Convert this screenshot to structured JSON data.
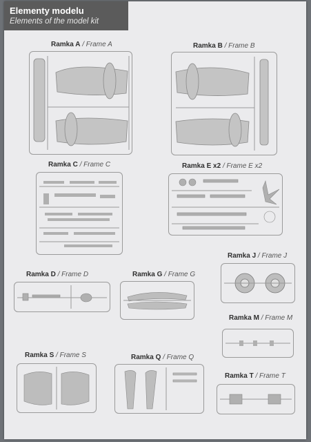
{
  "header": {
    "title": "Elementy modelu",
    "subtitle": "Elements of the model kit"
  },
  "frames": [
    {
      "id": "A",
      "label_pl": "Ramka A",
      "label_en": "/ Frame A"
    },
    {
      "id": "B",
      "label_pl": "Ramka B",
      "label_en": "/ Frame B"
    },
    {
      "id": "C",
      "label_pl": "Ramka C",
      "label_en": "/ Frame C"
    },
    {
      "id": "E",
      "label_pl": "Ramka E x2",
      "label_en": "/ Frame E x2"
    },
    {
      "id": "J",
      "label_pl": "Ramka J",
      "label_en": "/ Frame J"
    },
    {
      "id": "D",
      "label_pl": "Ramka D",
      "label_en": "/ Frame D"
    },
    {
      "id": "G",
      "label_pl": "Ramka G",
      "label_en": "/ Frame G"
    },
    {
      "id": "M",
      "label_pl": "Ramka M",
      "label_en": "/ Frame M"
    },
    {
      "id": "S",
      "label_pl": "Ramka S",
      "label_en": "/ Frame S"
    },
    {
      "id": "Q",
      "label_pl": "Ramka Q",
      "label_en": "/ Frame Q"
    },
    {
      "id": "T",
      "label_pl": "Ramka T",
      "label_en": "/ Frame T"
    }
  ],
  "colors": {
    "background": "#6e7277",
    "page": "#ebebed",
    "header_bg": "#5b5b5b",
    "sprue": "#9a9a9a",
    "part": "#bdbdbd"
  }
}
